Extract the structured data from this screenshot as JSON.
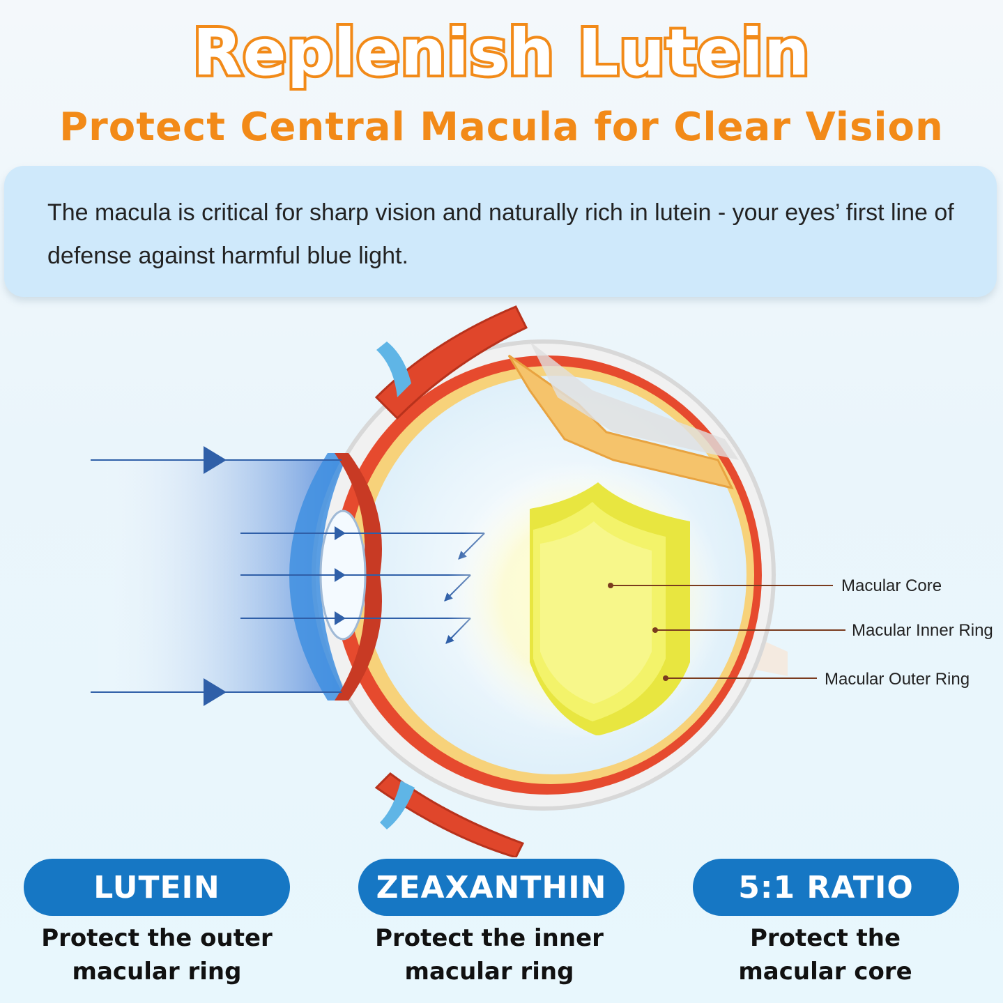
{
  "header": {
    "title": "Replenish Lutein",
    "subtitle": "Protect Central Macula for Clear Vision"
  },
  "info": {
    "text": "The macula is critical for sharp vision and naturally rich in lutein - your eyes’ first line of defense against harmful blue light."
  },
  "diagram": {
    "labels": [
      {
        "text": "Macular Core"
      },
      {
        "text": "Macular Inner Ring"
      },
      {
        "text": "Macular Outer Ring"
      }
    ]
  },
  "features": [
    {
      "badge": "LUTEIN",
      "desc_line1": "Protect the outer",
      "desc_line2": "macular ring"
    },
    {
      "badge": "ZEAXANTHIN",
      "desc_line1": "Protect the inner",
      "desc_line2": "macular ring"
    },
    {
      "badge": "5:1 RATIO",
      "desc_line1": "Protect the",
      "desc_line2": "macular core"
    }
  ],
  "colors": {
    "accent_orange": "#f28a18",
    "pill_blue": "#1677c4",
    "info_box": "#cfe9fb",
    "arrow_blue": "#2f5fa8",
    "muscle_red": "#e0462b",
    "shield_yellow": "#f2f25a"
  }
}
